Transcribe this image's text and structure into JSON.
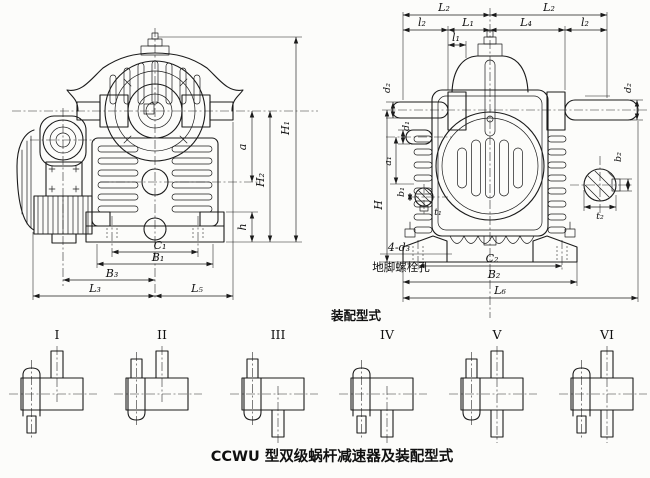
{
  "caption": "CCWU 型双级蜗杆减速器及装配型式",
  "assembly": {
    "title": "装配型式",
    "variants": [
      "I",
      "II",
      "III",
      "IV",
      "V",
      "VI"
    ]
  },
  "front_view": {
    "dim_H1": "H₁",
    "dim_a": "a",
    "dim_H2": "H₂",
    "dim_h": "h",
    "dim_C1": "C₁",
    "dim_B1": "B₁",
    "dim_B3": "B₃",
    "dim_L3": "L₃",
    "dim_L5": "L₅"
  },
  "side_view": {
    "dim_L2_left": "L₂",
    "dim_L2_right": "L₂",
    "dim_l2_left": "l₂",
    "dim_L1": "L₁",
    "dim_L4": "L₄",
    "dim_l2_right": "l₂",
    "dim_l1": "l₁",
    "dim_d2_left": "d₂",
    "dim_d1": "d₁",
    "dim_a1": "a₁",
    "dim_b1": "b₁",
    "dim_H": "H",
    "dim_t1": "t₁",
    "dim_d2_right": "d₂",
    "dim_b2": "b₂",
    "dim_t2": "t₂",
    "bolt_hole_count": "4-d₃",
    "bolt_hole_label": "地脚螺栓孔",
    "dim_C2": "C₂",
    "dim_B2": "B₂",
    "dim_L6": "L₆"
  }
}
